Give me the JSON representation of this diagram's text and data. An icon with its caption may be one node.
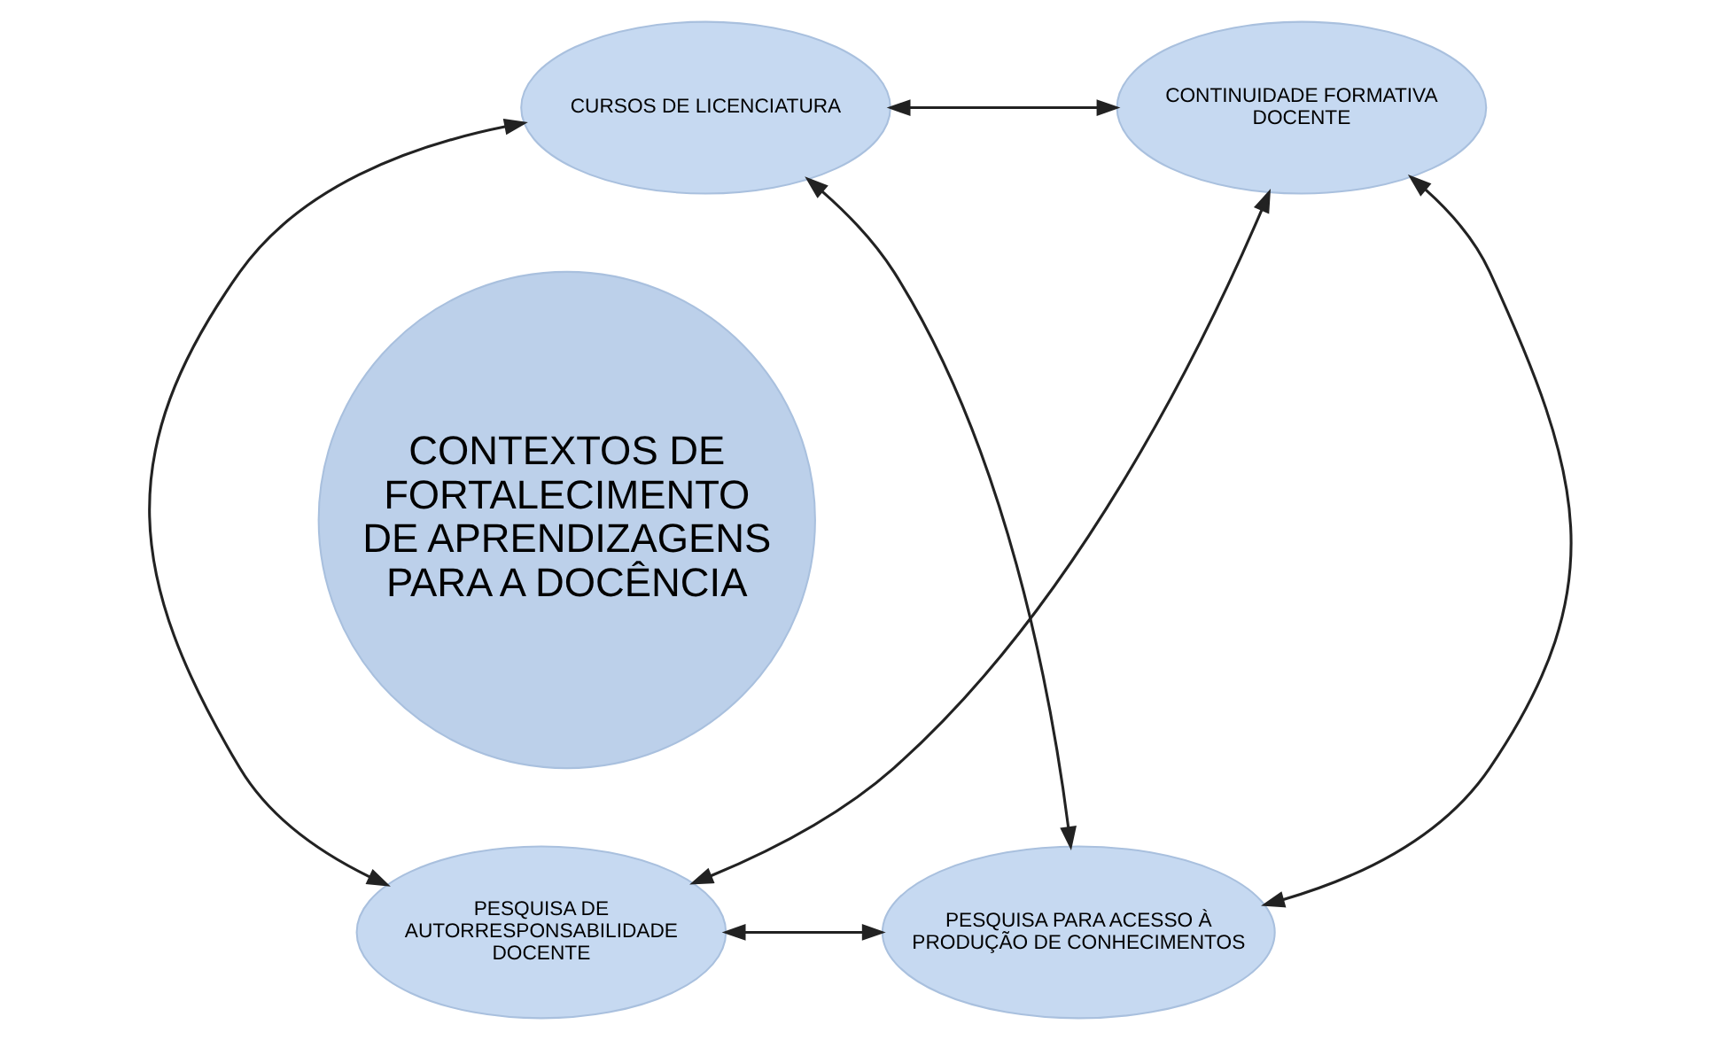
{
  "diagram": {
    "nodes": [
      {
        "text": [
          "CURSOS DE LICENCIATURA"
        ]
      },
      {
        "text": [
          "CONTINUIDADE FORMATIVA DOCENTE"
        ]
      },
      {
        "text": [
          "CONTEXTOS DE FORTALECIMENTO DE APRENDIZAGENS PARA A DOCÊNCIA"
        ]
      },
      {
        "text": [
          "PESQUISA DE AUTORRESPONSABILIDADE DOCENTE"
        ]
      },
      {
        "text": [
          "PESQUISA PARA ACESSO À PRODUÇÃO DE CONHECIMENTOS"
        ]
      }
    ],
    "edges": [
      {
        "from": 0,
        "to": 1,
        "arrow": "both"
      },
      {
        "from": 0,
        "to": 3,
        "arrow": "both"
      },
      {
        "from": 1,
        "to": 4,
        "arrow": "both"
      },
      {
        "from": 0,
        "to": 4,
        "arrow": "both"
      },
      {
        "from": 3,
        "to": 1,
        "arrow": "both"
      },
      {
        "from": 3,
        "to": 4,
        "arrow": "both"
      }
    ]
  }
}
